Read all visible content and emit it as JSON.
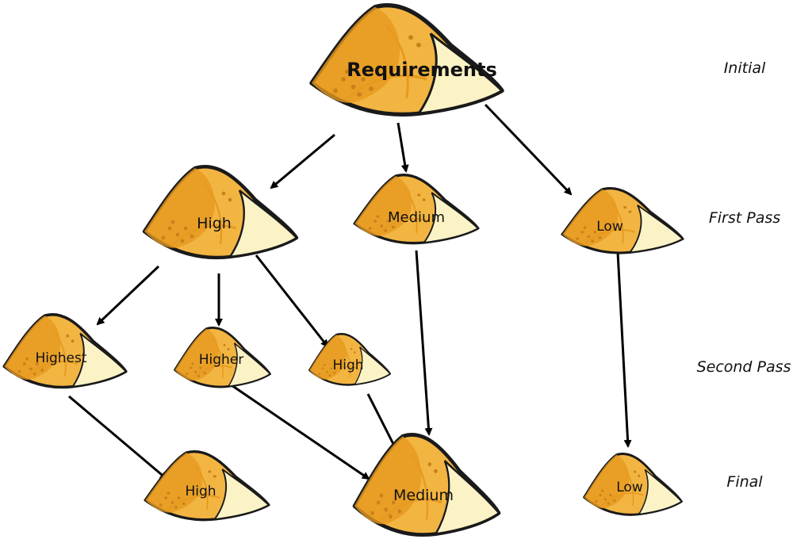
{
  "colors": {
    "pile_body": "#F3B542",
    "pile_dark": "#E69A1F",
    "pile_light": "#FBF3C6",
    "pile_outline": "#1a1a1a",
    "arrow": "#000000"
  },
  "stages": {
    "initial": "Initial",
    "first_pass": "First Pass",
    "second_pass": "Second Pass",
    "final": "Final"
  },
  "nodes": {
    "requirements": "Requirements",
    "first_high": "High",
    "first_medium": "Medium",
    "first_low": "Low",
    "second_highest": "Highest",
    "second_higher": "Higher",
    "second_high": "High",
    "final_high": "High",
    "final_medium": "Medium",
    "final_low": "Low"
  },
  "edges": [
    [
      "requirements",
      "first_high"
    ],
    [
      "requirements",
      "first_medium"
    ],
    [
      "requirements",
      "first_low"
    ],
    [
      "first_high",
      "second_highest"
    ],
    [
      "first_high",
      "second_higher"
    ],
    [
      "first_high",
      "second_high"
    ],
    [
      "first_medium",
      "final_medium"
    ],
    [
      "first_low",
      "final_low"
    ],
    [
      "second_highest",
      "final_high"
    ],
    [
      "second_higher",
      "final_medium"
    ],
    [
      "second_high",
      "final_medium"
    ]
  ]
}
